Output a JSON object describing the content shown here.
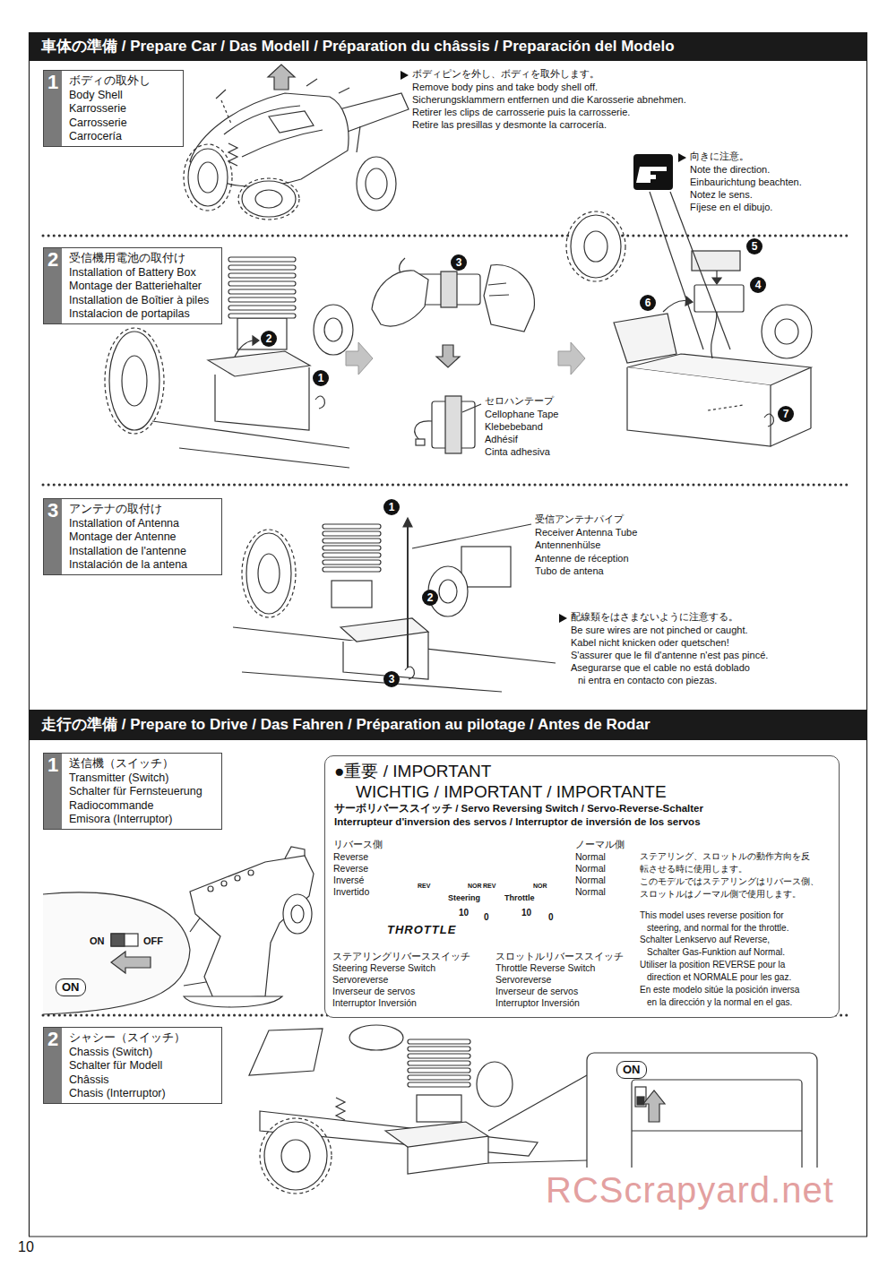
{
  "diagram": {
    "nodes": [
      {
        "text": [
          "車体の準備 / Prepare Car / Das Modell / Préparation du châssis / Preparación del Modelo"
        ]
      },
      {
        "text": [
          "1",
          "ボディの取外し",
          "Body Shell",
          "Karrosserie",
          "Carrosserie",
          "Carrocería"
        ]
      },
      {
        "text": [
          "2",
          "受信機用電池の取付け",
          "Installation of Battery Box",
          "Montage der Batteriehalter",
          "Installation de Boîtier à piles",
          "Instalacion de portapilas"
        ]
      },
      {
        "text": [
          "3",
          "アンテナの取付け",
          "Installation of Antenna",
          "Montage der Antenne",
          "Installation de l'antenne",
          "Instalación de la antena"
        ]
      },
      {
        "text": [
          "走行の準備 / Prepare to Drive / Das Fahren / Préparation au pilotage / Antes de Rodar"
        ]
      },
      {
        "text": [
          "1",
          "送信機（スイッチ）",
          "Transmitter (Switch)",
          "Schalter für Fernsteuerung",
          "Radiocommande",
          "Emisora (Interruptor)"
        ]
      },
      {
        "text": [
          "●重要 / IMPORTANT",
          "WICHTIG / IMPORTANT / IMPORTANTE",
          "サーボリバーススイッチ / Servo Reversing Switch / Servo-Reverse-Schalter",
          "Interrupteur d'inversion des servos / Interruptor de inversión de los servos"
        ]
      },
      {
        "text": [
          "2",
          "シャシー（スイッチ）",
          "Chassis (Switch)",
          "Schalter für Modell",
          "Châssis",
          "Chasis (Interruptor)"
        ]
      }
    ],
    "labels": [
      "ボディピンを外し、ボディを取外します。",
      "Remove body pins and take body shell off.",
      "Sicherungsklammern entfernen und die Karosserie abnehmen.",
      "Retirer les clips de carrosserie puis la carrosserie.",
      "Retire las presillas y desmonte la carrocería.",
      "向きに注意。",
      "Note the direction.",
      "Einbaurichtung beachten.",
      "Notez le sens.",
      "Fíjese en el dibujo.",
      "1",
      "2",
      "3",
      "4",
      "5",
      "6",
      "7",
      "セロハンテープ",
      "Cellophane Tape",
      "Klebebeband",
      "Adhésif",
      "Cinta adhesiva",
      "1",
      "2",
      "3",
      "受信アンテナパイプ",
      "Receiver Antenna Tube",
      "Antennenhülse",
      "Antenne de réception",
      "Tubo de antena",
      "配線類をはさまないように注意する。",
      "Be sure wires are not pinched or caught.",
      "Kabel nicht knicken oder quetschen!",
      "S'assurer que le fil d'antenne n'est pas pincé.",
      "Asegurarse que el cable no está doblado",
      "ni entra en contacto con piezas.",
      "ON",
      "OFF",
      "ON",
      "リバース側",
      "Reverse",
      "Reverse",
      "Inversé",
      "Invertido",
      "ノーマル側",
      "Normal",
      "Normal",
      "Normal",
      "Normal",
      "REV",
      "NOR",
      "REV",
      "NOR",
      "Steering",
      "Throttle",
      "THROTTLE",
      "10",
      "0",
      "10",
      "0",
      "ステアリングリバーススイッチ",
      "Steering Reverse Switch",
      "Servoreverse",
      "Inverseur de servos",
      "Interruptor Inversión",
      "スロットルリバーススイッチ",
      "Throttle Reverse Switch",
      "Servoreverse",
      "Inverseur de servos",
      "Interruptor Inversión",
      "ステアリング、スロットルの動作方向を反",
      "転させる時に使用します。",
      "このモデルではステアリングはリバース側、",
      "スロットルはノーマル側で使用します。",
      "This model uses reverse position for",
      "steering, and normal for the throttle.",
      "Schalter Lenkservo auf Reverse,",
      "Schalter Gas-Funktion auf Normal.",
      "Utiliser la position REVERSE pour la",
      "direction et NORMALE pour les gaz.",
      "En este modelo sitúe la posición inversa",
      "en la dirección y la normal en el gas.",
      "ON",
      "RCScrapyard.net",
      "10"
    ]
  }
}
